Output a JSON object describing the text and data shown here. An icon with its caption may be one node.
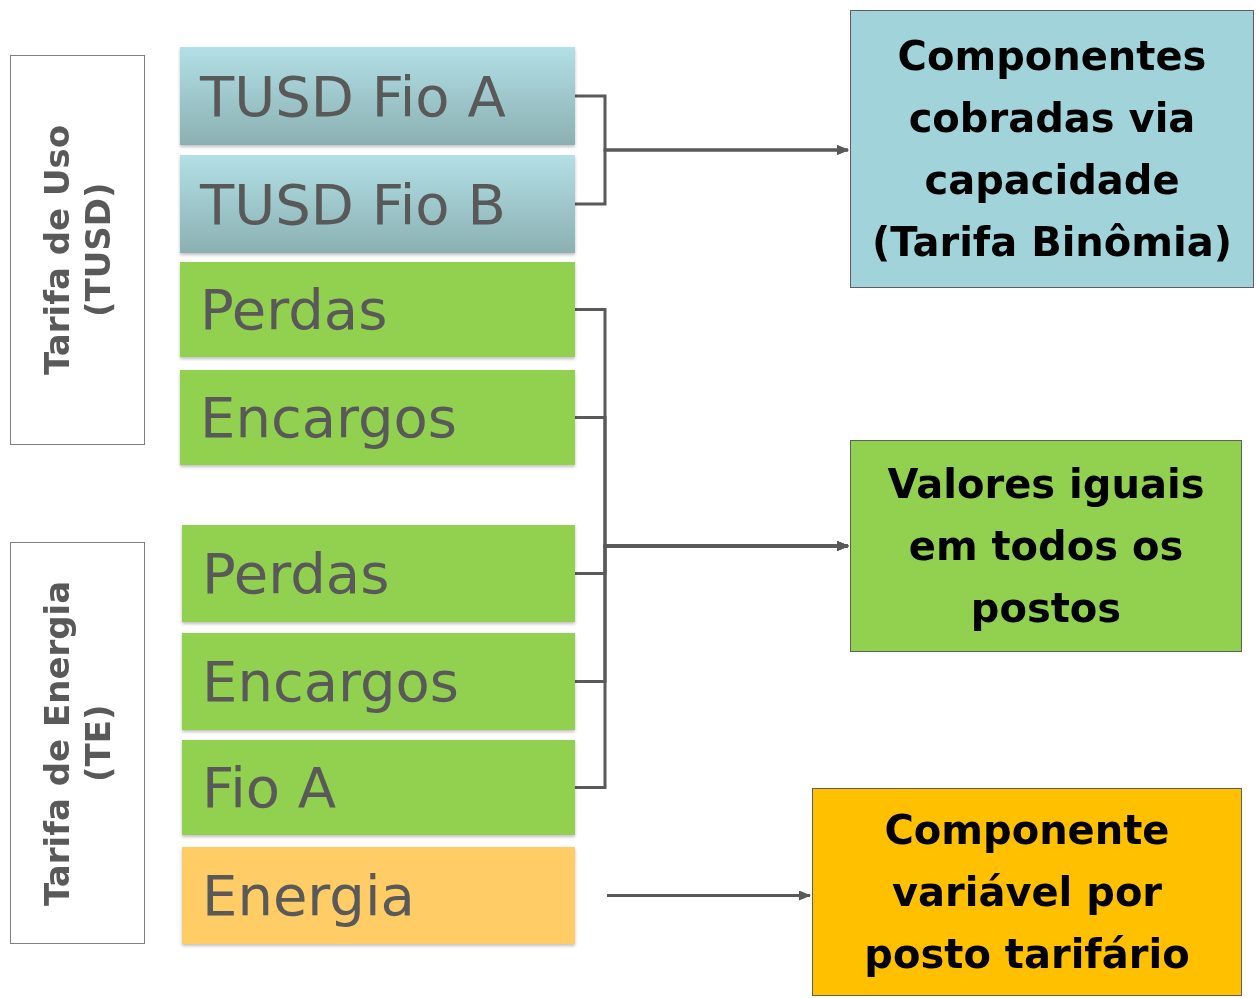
{
  "diagram": {
    "nodes": [
      {
        "text": [
          "Tarifa de Uso (TUSD)"
        ]
      },
      {
        "text": [
          "TUSD Fio A"
        ]
      },
      {
        "text": [
          "TUSD Fio B"
        ]
      },
      {
        "text": [
          "Perdas"
        ]
      },
      {
        "text": [
          "Encargos"
        ]
      },
      {
        "text": [
          "Tarifa de Energia (TE)"
        ]
      },
      {
        "text": [
          "Perdas"
        ]
      },
      {
        "text": [
          "Encargos"
        ]
      },
      {
        "text": [
          "Fio A"
        ]
      },
      {
        "text": [
          "Energia"
        ]
      },
      {
        "text": [
          "Componentes cobradas via capacidade (Tarifa Binômia)"
        ]
      },
      {
        "text": [
          "Valores iguais em todos os postos"
        ]
      },
      {
        "text": [
          "Componente variável por posto tarifário"
        ]
      }
    ],
    "edges": [
      {
        "from": 1,
        "to": 10,
        "arrow": "to"
      },
      {
        "from": 2,
        "to": 10,
        "arrow": "to"
      },
      {
        "from": 3,
        "to": 11,
        "arrow": "to"
      },
      {
        "from": 4,
        "to": 11,
        "arrow": "to"
      },
      {
        "from": 6,
        "to": 11,
        "arrow": "to"
      },
      {
        "from": 7,
        "to": 11,
        "arrow": "to"
      },
      {
        "from": 8,
        "to": 11,
        "arrow": "to"
      },
      {
        "from": 9,
        "to": 12,
        "arrow": "to"
      }
    ]
  }
}
